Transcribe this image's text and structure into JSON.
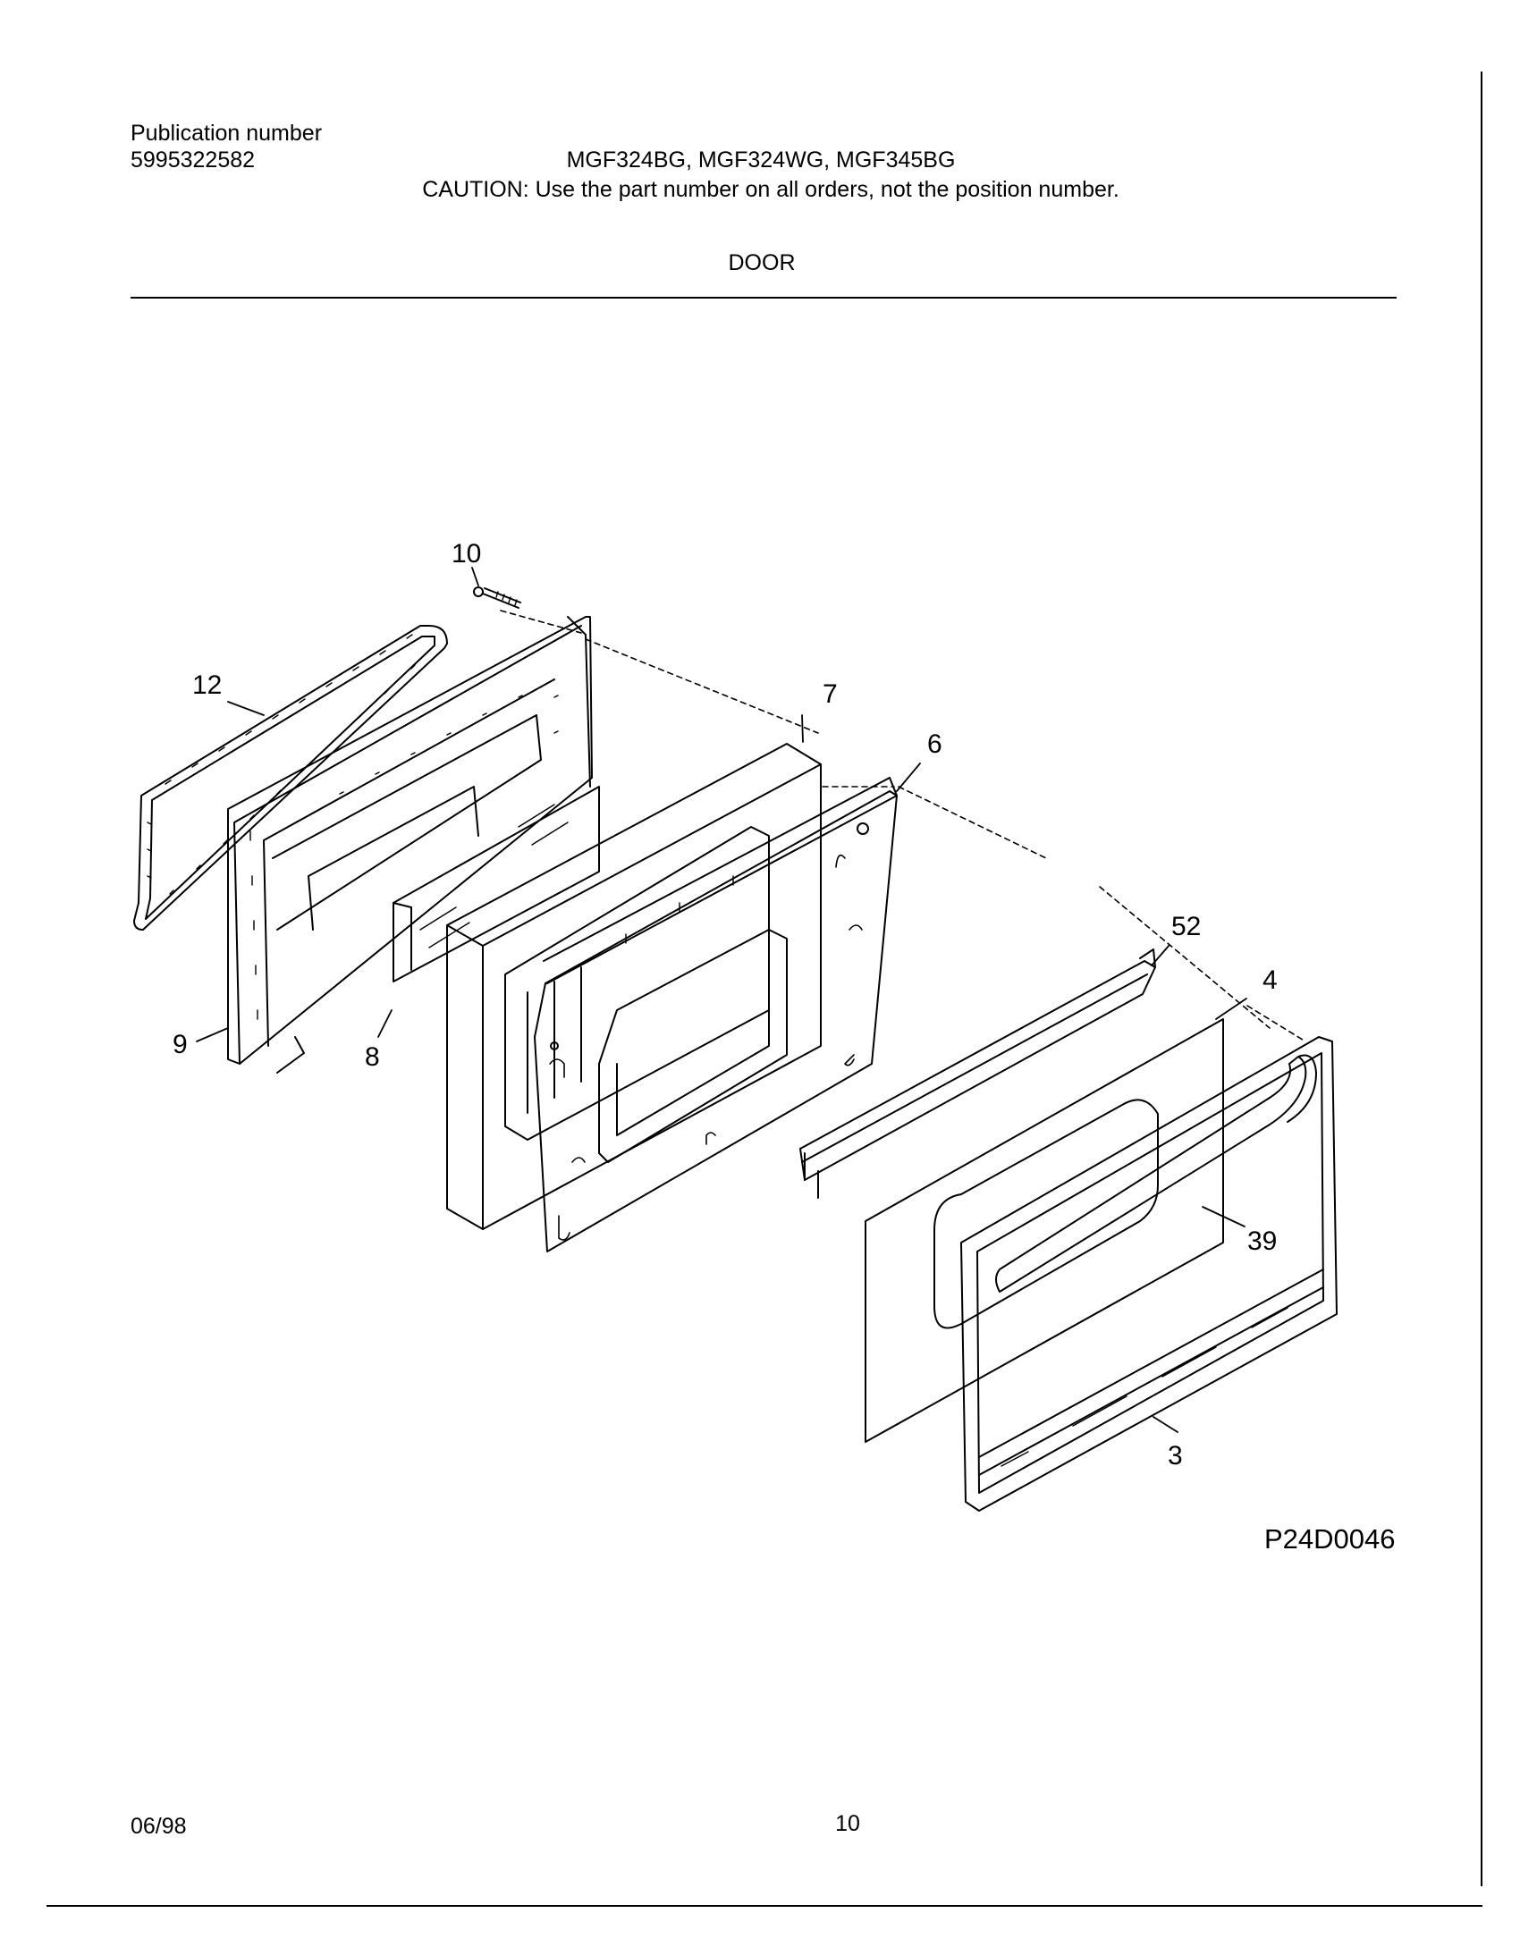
{
  "header": {
    "publication_label": "Publication number",
    "publication_number": "5995322582",
    "models": "MGF324BG, MGF324WG, MGF345BG",
    "caution": "CAUTION:  Use the part number on all orders, not the position number.",
    "section_title": "DOOR"
  },
  "diagram": {
    "drawing_code": "P24D0046",
    "callouts": [
      "10",
      "12",
      "7",
      "6",
      "52",
      "4",
      "9",
      "8",
      "39",
      "3"
    ]
  },
  "footer": {
    "date": "06/98",
    "page_number": "10"
  }
}
